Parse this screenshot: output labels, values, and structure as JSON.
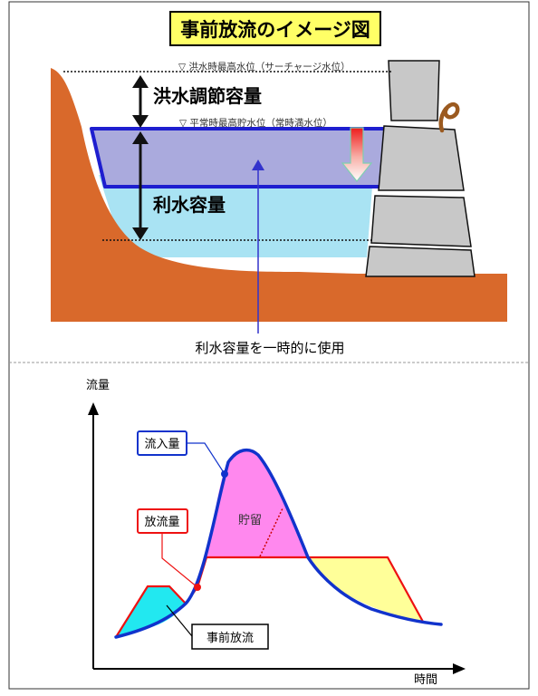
{
  "title": "事前放流のイメージ図",
  "upper": {
    "flood_water_level": "▽ 洪水時最高水位（サーチャージ水位）",
    "normal_water_level": "▽ 平常時最高貯水位（常時満水位）",
    "flood_control_capacity": "洪水調節容量",
    "water_use_capacity": "利水容量",
    "caption": "利水容量を一時的に使用"
  },
  "lower": {
    "y_axis_label": "流量",
    "x_axis_label": "時間",
    "inflow_label": "流入量",
    "outflow_label": "放流量",
    "storage_label": "貯留",
    "pre_release_label": "事前放流"
  },
  "colors": {
    "terrain": "#d9692b",
    "water_light": "#a9e3f3",
    "water_violet": "#aaaadd",
    "storage_blue": "#1e1ecf",
    "inflow": "#1133cc",
    "outflow": "#ee1111",
    "storage_fill": "#ff88ee",
    "release_fill": "#ffff99",
    "pre_release_fill": "#22e8f0",
    "title_bg": "#ffff66"
  }
}
